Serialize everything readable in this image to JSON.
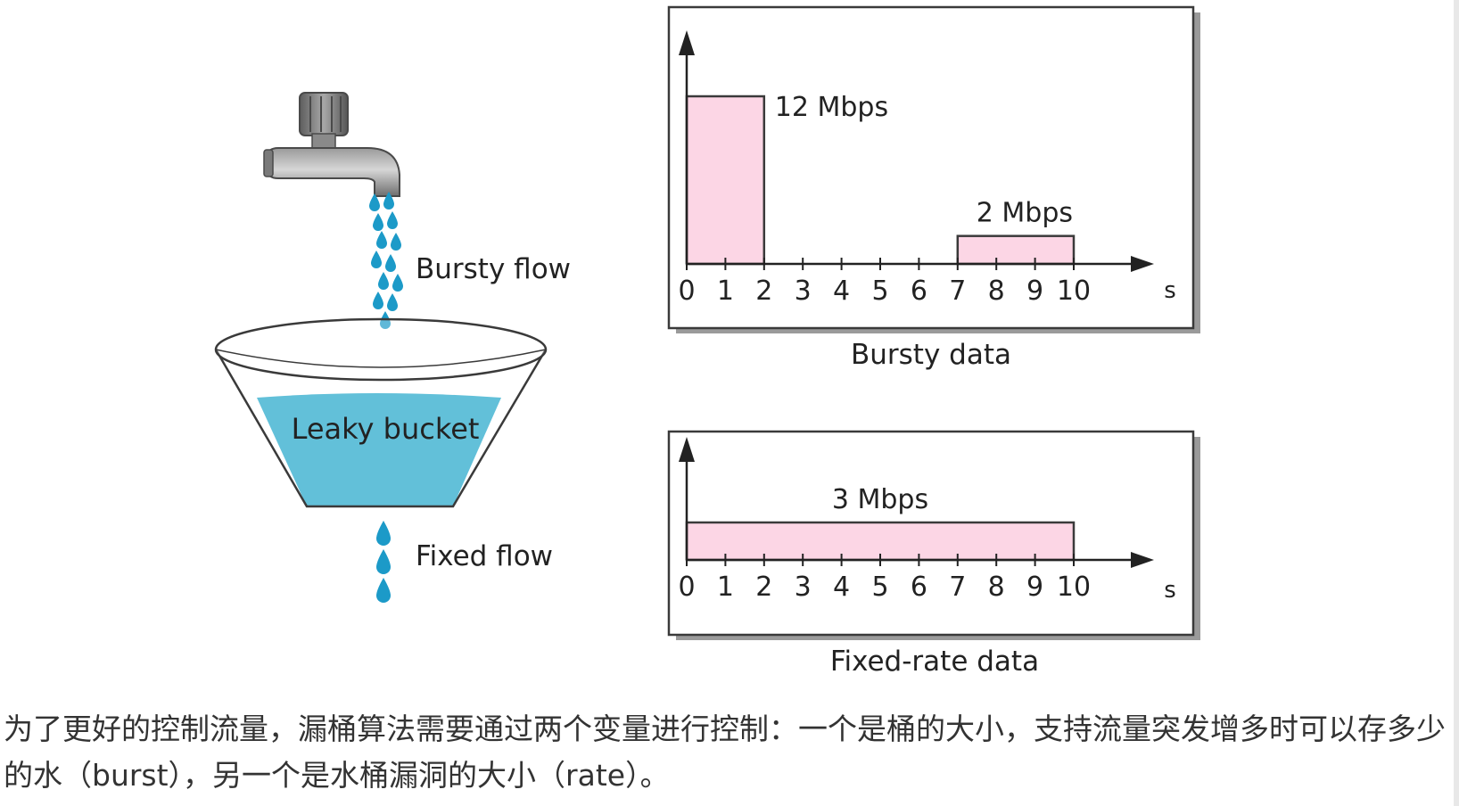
{
  "diagram": {
    "bursty_flow_label": "Bursty flow",
    "bucket_label": "Leaky bucket",
    "fixed_flow_label": "Fixed flow",
    "colors": {
      "water": "#62c0d9",
      "drops": "#1c9ac8",
      "bar_fill": "#fcd6e5",
      "frame_shadow": "#9a9a9a"
    }
  },
  "chart_data": [
    {
      "type": "bar",
      "title": "Bursty data",
      "x_unit": "s",
      "x_ticks": [
        "0",
        "1",
        "2",
        "3",
        "4",
        "5",
        "6",
        "7",
        "8",
        "9",
        "10"
      ],
      "xlim": [
        0,
        10
      ],
      "series": [
        {
          "x_start": 0,
          "x_end": 2,
          "value": 12,
          "label": "12 Mbps"
        },
        {
          "x_start": 7,
          "x_end": 10,
          "value": 2,
          "label": "2 Mbps"
        }
      ]
    },
    {
      "type": "bar",
      "title": "Fixed-rate data",
      "x_unit": "s",
      "x_ticks": [
        "0",
        "1",
        "2",
        "3",
        "4",
        "5",
        "6",
        "7",
        "8",
        "9",
        "10"
      ],
      "xlim": [
        0,
        10
      ],
      "series": [
        {
          "x_start": 0,
          "x_end": 10,
          "value": 3,
          "label": "3 Mbps"
        }
      ]
    }
  ],
  "caption": {
    "text": "为了更好的控制流量，漏桶算法需要通过两个变量进行控制：一个是桶的大小，支持流量突发增多时可以存多少的水（burst），另一个是水桶漏洞的大小（rate）。"
  }
}
